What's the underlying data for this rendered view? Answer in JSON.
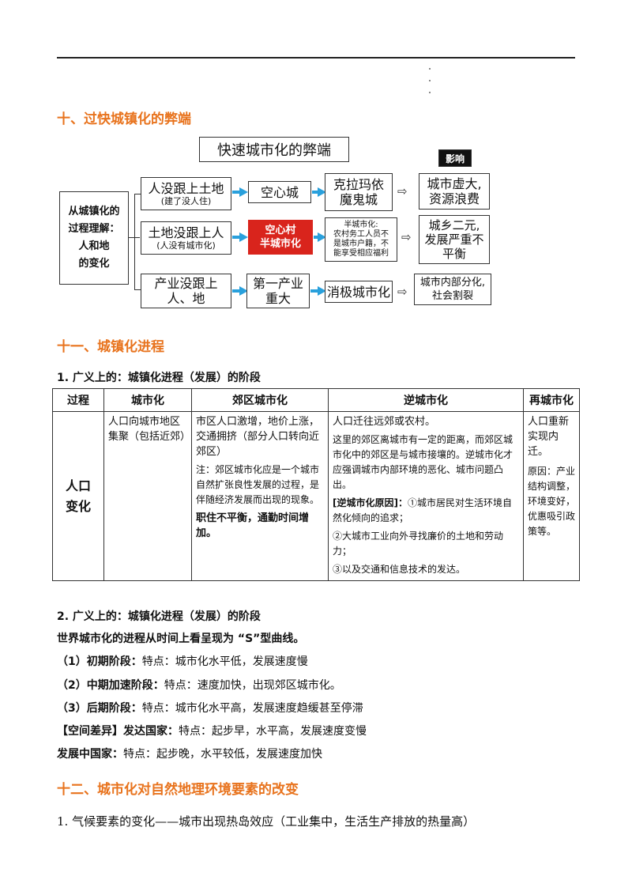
{
  "heading10": "十、过快城镇化的弊端",
  "diagram": {
    "title": "快速城市化的弊端",
    "impact_label": "影响",
    "left_box": [
      "从城镇化的",
      "过程理解：",
      "人和地",
      "的变化"
    ],
    "rows": [
      {
        "cause_main": "人没跟上土地",
        "cause_sub": "(建了没人住)",
        "effect": "空心城",
        "example": [
          "克拉玛依",
          "魔鬼城"
        ],
        "impact": [
          "城市虚大,",
          "资源浪费"
        ]
      },
      {
        "cause_main": "土地没跟上人",
        "cause_sub": "(人没有城市化)",
        "effect": [
          "空心村",
          "半城市化"
        ],
        "example": [
          "半城市化:",
          "农村务工人员不",
          "是城市户籍，不",
          "能享受相应福利"
        ],
        "impact": [
          "城乡二元,",
          "发展严重不",
          "平衡"
        ]
      },
      {
        "cause_main": [
          "产业没跟上",
          "人、地"
        ],
        "effect": [
          "第一产业",
          "重大"
        ],
        "example": "消极城市化",
        "impact": [
          "城市内部分化,",
          "社会割裂"
        ]
      }
    ]
  },
  "heading11": "十一、城镇化进程",
  "sub1": "1. 广义上的：城镇化进程（发展）的阶段",
  "table": {
    "headers": [
      "过程",
      "城市化",
      "郊区城市化",
      "逆城市化",
      "再城市化"
    ],
    "row_label": [
      "人口",
      "变化"
    ],
    "c1": "人口向城市地区集聚（包括近郊）",
    "c2_main": "市区人口激增，地价上涨，交通拥挤（部分人口转向近郊区）",
    "c2_note": "注：郊区城市化应是一个城市自然扩张良性发展的过程，是伴随经济发展而出现的现象。",
    "c2_bold": "职住不平衡，通勤时间增加。",
    "c3_main": "人口迁往远郊或农村。",
    "c3_note": "这里的郊区离城市有一定的距离，而郊区城市化中的郊区是与城市接壤的。逆城市化才应强调城市内部环境的恶化、城市问题凸出。",
    "c3_reason_label": "[逆城市化原因]：",
    "c3_reason1": "①城市居民对生活环境自然化倾向的追求；",
    "c3_reason2": "②大城市工业向外寻找廉价的土地和劳动力；",
    "c3_reason3": "③以及交通和信息技术的发达。",
    "c4_main": "人口重新实现内迁。",
    "c4_note": "原因：产业结构调整，环境变好，优惠吸引政策等。"
  },
  "sub2": "2. 广义上的：城镇化进程（发展）的阶段",
  "world_line": "世界城市化的进程从时间上看呈现为 “S”型曲线。",
  "stages": [
    {
      "label": "（1）初期阶段：",
      "text": "特点：城市化水平低，发展速度慢"
    },
    {
      "label": "（2）中期加速阶段：",
      "text": "特点：速度加快，出现郊区城市化。"
    },
    {
      "label": "（3）后期阶段：",
      "text": "特点：城市化水平高，发展速度趋缓甚至停滞"
    }
  ],
  "developed": {
    "label": "【空间差异】发达国家：",
    "text": "特点：起步早，水平高，发展速度变慢"
  },
  "developing": {
    "label": "发展中国家：",
    "text": "特点：起步晚，水平较低，发展速度加快"
  },
  "heading12": "十二、城市化对自然地理环境要素的改变",
  "climate": "1. 气候要素的变化——城市出现热岛效应（工业集中，生活生产排放的热量高）"
}
